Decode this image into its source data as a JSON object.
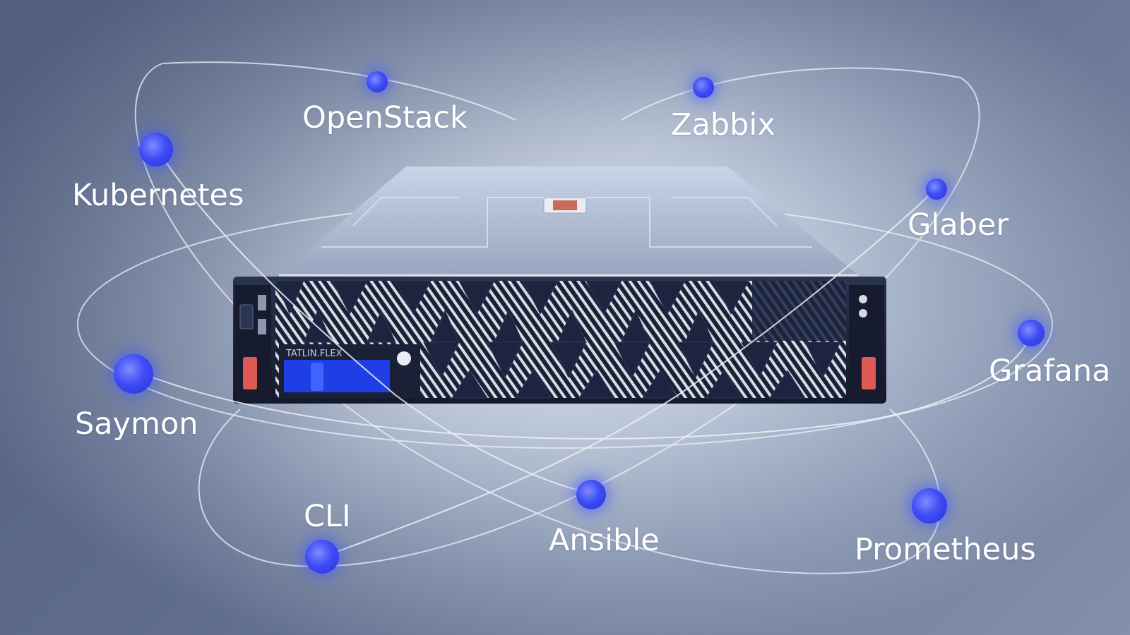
{
  "server": {
    "brand_plate": "TATLIN.FLEX"
  },
  "integrations": [
    {
      "name": "OpenStack"
    },
    {
      "name": "Zabbix"
    },
    {
      "name": "Kubernetes"
    },
    {
      "name": "Glaber"
    },
    {
      "name": "Grafana"
    },
    {
      "name": "Saymon"
    },
    {
      "name": "CLI"
    },
    {
      "name": "Ansible"
    },
    {
      "name": "Prometheus"
    }
  ],
  "colors": {
    "node": "#3f4df5",
    "label": "#ffffff",
    "orbit": "#eef2f8",
    "chassis": "#1b2236",
    "drive_accent": "#1f3ee6",
    "handle": "#e05a55"
  },
  "icons": {
    "server": "rack-server-icon"
  }
}
